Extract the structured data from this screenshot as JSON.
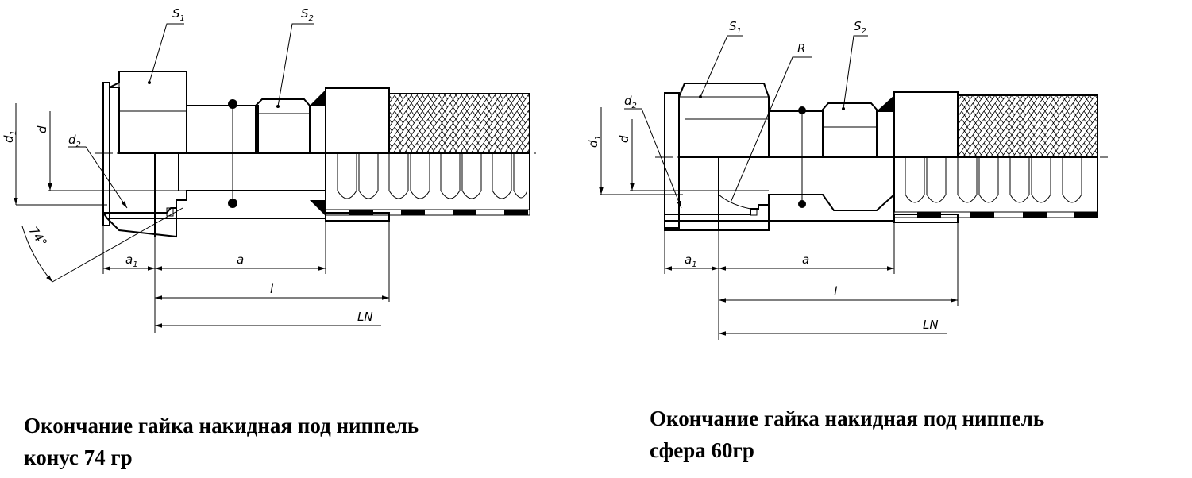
{
  "drawing_left": {
    "labels": {
      "s1": "S",
      "s1_sub": "1",
      "s2": "S",
      "s2_sub": "2",
      "d1": "d",
      "d1_sub": "1",
      "d": "d",
      "d2": "d",
      "d2_sub": "2",
      "angle": "74°",
      "a1": "a",
      "a1_sub": "1",
      "a": "a",
      "l": "l",
      "ln": "LN"
    },
    "caption_line1": "Окончание гайка накидная под ниппель",
    "caption_line2": "конус 74 гр"
  },
  "drawing_right": {
    "labels": {
      "s1": "S",
      "s1_sub": "1",
      "r": "R",
      "s2": "S",
      "s2_sub": "2",
      "d2": "d",
      "d2_sub": "2",
      "d1": "d",
      "d1_sub": "1",
      "d": "d",
      "a1": "a",
      "a1_sub": "1",
      "a": "a",
      "l": "l",
      "ln": "LN"
    },
    "caption_line1": "Окончание гайка накидная под ниппель",
    "caption_line2": "сфера 60гр"
  }
}
